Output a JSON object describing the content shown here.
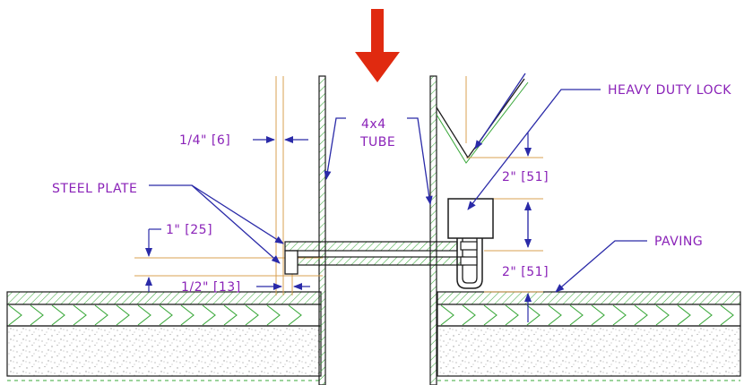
{
  "labels": {
    "heavy_duty_lock": "HEAVY DUTY LOCK",
    "tube_size": "4x4",
    "tube_word": "TUBE",
    "steel_plate": "STEEL PLATE",
    "dim_quarter_inch": "1/4\" [6]",
    "dim_one_inch": "1\" [25]",
    "dim_half_inch": "1/2\" [13]",
    "dim_upper_two_inch": "2\" [51]",
    "dim_lower_two_inch": "2\" [51]",
    "paving": "PAVING"
  },
  "colors": {
    "arrow": "#e02a10",
    "text": "#8a22b8",
    "dimension": "#2a2aa8",
    "hatch": "#3aa83a",
    "extension": "#d8a050",
    "outline": "#1c1c1c",
    "gravel": "#a8a8a8"
  }
}
